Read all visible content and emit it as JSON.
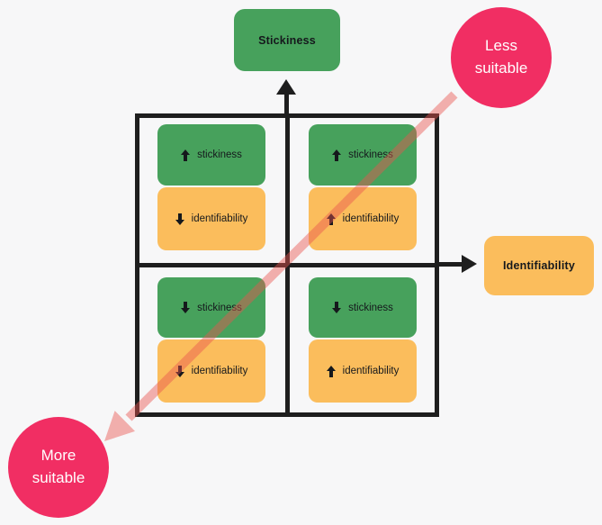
{
  "colors": {
    "background": "#f7f7f8",
    "green": "#47a15c",
    "orange": "#fbbd5c",
    "pink": "#f12e63",
    "line": "#1e1e1e",
    "diagonal": "rgba(232,84,80,0.45)",
    "text_dark": "#15181c",
    "text_light": "#ffffff"
  },
  "axes": {
    "y_label": "Stickiness",
    "x_label": "Identifiability"
  },
  "bubbles": {
    "less": {
      "line1": "Less",
      "line2": "suitable"
    },
    "more": {
      "line1": "More",
      "line2": "suitable"
    }
  },
  "quadrants": [
    {
      "position": "top-left",
      "chips": [
        {
          "direction": "up",
          "label": "stickiness"
        },
        {
          "direction": "down",
          "label": "identifiability"
        }
      ]
    },
    {
      "position": "top-right",
      "chips": [
        {
          "direction": "up",
          "label": "stickiness"
        },
        {
          "direction": "up",
          "label": "identifiability"
        }
      ]
    },
    {
      "position": "bottom-left",
      "chips": [
        {
          "direction": "down",
          "label": "stickiness"
        },
        {
          "direction": "down",
          "label": "identifiability"
        }
      ]
    },
    {
      "position": "bottom-right",
      "chips": [
        {
          "direction": "down",
          "label": "stickiness"
        },
        {
          "direction": "up",
          "label": "identifiability"
        }
      ]
    }
  ]
}
